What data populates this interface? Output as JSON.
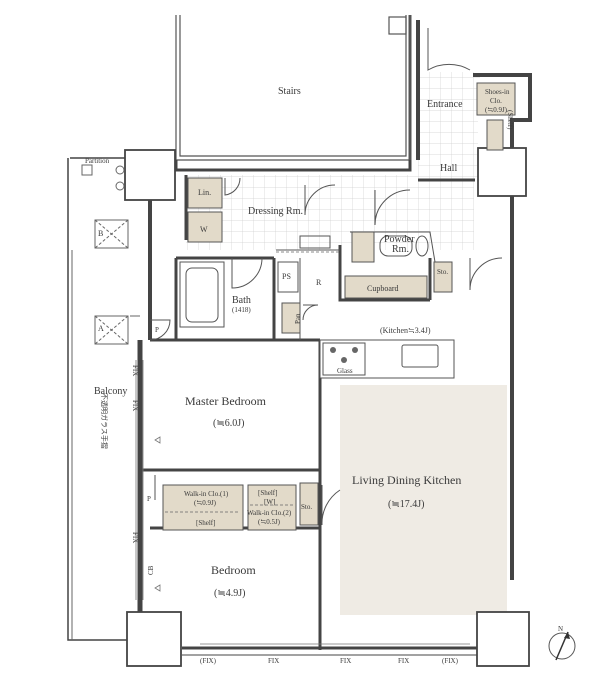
{
  "rooms": {
    "stairs": "Stairs",
    "entrance": "Entrance",
    "hall": "Hall",
    "shoes_in_clo_1": "Shoes-in",
    "shoes_in_clo_2": "Clo.",
    "shoes_in_clo_3": "(≒0.9J)",
    "shelf": "(Shelf)",
    "partition": "Partition",
    "lin": "Lin.",
    "w": "W",
    "dressing": "Dressing Rm.",
    "powder_1": "Powder",
    "powder_2": "Rm.",
    "sto": "Sto.",
    "ps": "PS",
    "r": "R",
    "cupboard": "Cupboard",
    "bath": "Bath",
    "bath_size": "(1418)",
    "pan": "Pan",
    "p": "P",
    "kitchen": "(Kitchen≒3.4J)",
    "glass": "Glass",
    "master_bedroom": "Master Bedroom",
    "master_size": "(≒6.0J)",
    "living": "Living Dining Kitchen",
    "living_size": "(≒17.4J)",
    "walkin1_1": "Walk-in Clo.(1)",
    "walkin1_2": "(≒0.9J)",
    "shelf_bracket": "[Shelf]",
    "shelf_bracket2": "[Shelf]",
    "w_bracket": "[W]",
    "walkin2_1": "Walk-in Clo.(2)",
    "walkin2_2": "(≒0.5J)",
    "bedroom": "Bedroom",
    "bedroom_size": "(≒4.9J)",
    "balcony": "Balcony",
    "unit_a": "A",
    "unit_b": "B",
    "cb": "CB",
    "glass_rail": "不透明ガラス手摺"
  },
  "fix_labels": {
    "fix": "FIX",
    "fix_paren": "(FIX)"
  },
  "compass": {
    "north": "N"
  }
}
